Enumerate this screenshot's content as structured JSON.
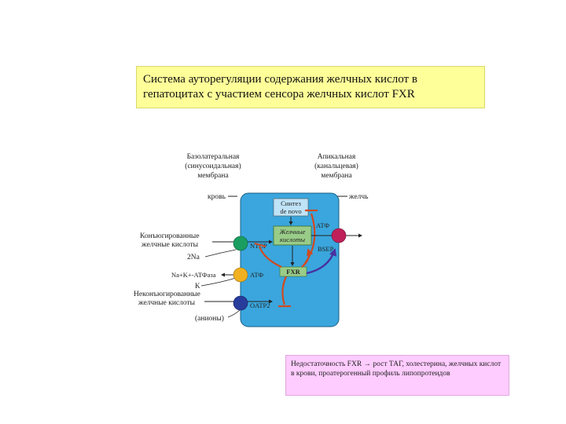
{
  "title": "Система ауторегуляции содержания желчных кислот в гепатоцитах с участием сенсора желчных кислот FXR",
  "note": "Недостаточность FXR → рост ТАГ, холестерина, желчных кислот в крови, проатерогенный профиль липопротеидов",
  "diagram": {
    "basolateral_line1": "Базолатеральная",
    "basolateral_line2": "(синусоидальная)",
    "basolateral_line3": "мембрана",
    "apical_line1": "Апикальная",
    "apical_line2": "(канальцевая)",
    "apical_line3": "мембрана",
    "blood": "кровь",
    "bile": "желчь",
    "conjugated_line1": "Конъюгированные",
    "conjugated_line2": "желчные кислоты",
    "two_na": "2Na",
    "na_k_atpase": "Na+K+-АТФаза",
    "k": "K",
    "unconjugated_line1": "Неконъюгированные",
    "unconjugated_line2": "желчные кислоты",
    "anions": "(анионы)",
    "synthesis_line1": "Синтез",
    "synthesis_line2": "de novo",
    "bile_acids_line1": "Желчные",
    "bile_acids_line2": "кислоты",
    "ntcp": "NTCP",
    "atp_top": "АТФ",
    "bsep": "BSEP",
    "fxr": "FXR",
    "atp_mid": "АТФ",
    "oatp2": "OATP2"
  },
  "colors": {
    "cell": "#3aa6dd",
    "bile_acid_box": "#99cc88",
    "title_bg": "#ffff99",
    "note_bg": "#ffccff",
    "ntcp_transporter": "#1a9e60",
    "atpase": "#f0b020",
    "oatp2_transporter": "#283c9c",
    "bsep_transporter": "#c0205a",
    "regulation_arrow": "#d04a20",
    "fxr_arrow": "#4830a0"
  }
}
